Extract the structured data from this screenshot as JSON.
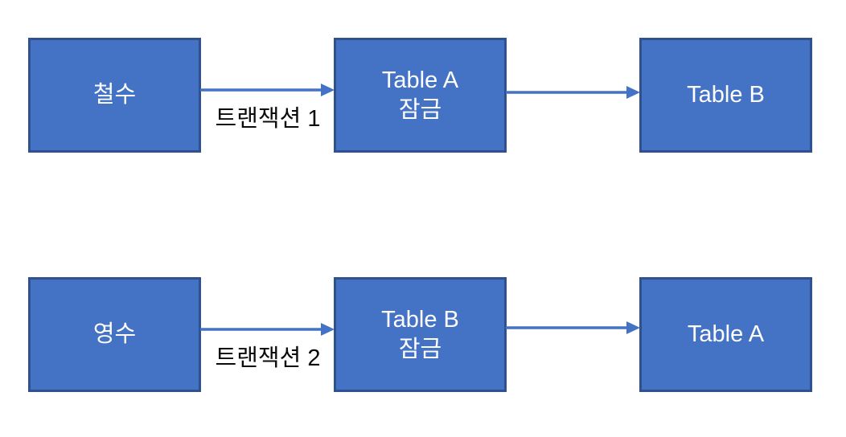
{
  "diagram": {
    "background_color": "#ffffff",
    "box_fill_color": "#4472C4",
    "box_border_color": "#2F528F",
    "arrow_color": "#4472C4",
    "box_text_color": "#ffffff",
    "label_text_color": "#0b0b0b",
    "rows": [
      {
        "actor": "철수",
        "transaction_label": "트랜잭션 1",
        "lock_box_line1": "Table A",
        "lock_box_line2": "잠금",
        "target": "Table B"
      },
      {
        "actor": "영수",
        "transaction_label": "트랜잭션 2",
        "lock_box_line1": "Table B",
        "lock_box_line2": "잠금",
        "target": "Table A"
      }
    ]
  }
}
